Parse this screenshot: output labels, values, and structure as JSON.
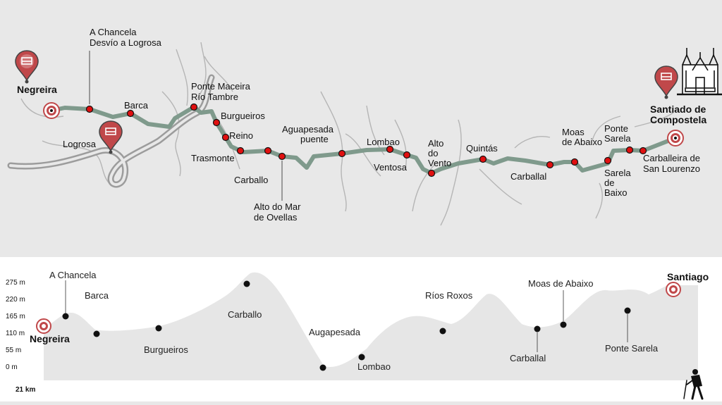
{
  "map": {
    "start": "Negreira",
    "end_line1": "Santiado de",
    "end_line2": "Compostela",
    "waypoints": [
      {
        "line1": "A Chancela",
        "line2": "Desvío a Logrosa"
      },
      {
        "line1": "Barca"
      },
      {
        "line1": "Logrosa"
      },
      {
        "line1": "Ponte Maceira",
        "line2": "Río Tambre"
      },
      {
        "line1": "Burgueiros"
      },
      {
        "line1": "Reino"
      },
      {
        "line1": "Trasmonte"
      },
      {
        "line1": "Carballo"
      },
      {
        "line1": "Alto do Mar",
        "line2": "de Ovellas"
      },
      {
        "line1": "Aguapesada",
        "line2": "puente"
      },
      {
        "line1": "Lombao"
      },
      {
        "line1": "Ventosa"
      },
      {
        "line1": "Alto",
        "line2": "do",
        "line3": "Vento"
      },
      {
        "line1": "Quintás"
      },
      {
        "line1": "Carballal"
      },
      {
        "line1": "Moas",
        "line2": "de Abaixo"
      },
      {
        "line1": "Ponte",
        "line2": "Sarela"
      },
      {
        "line1": "Sarela",
        "line2": "de",
        "line3": "Baixo"
      },
      {
        "line1": "Carballeira de",
        "line2": "San Lourenzo"
      }
    ],
    "colors": {
      "route": "#7f9a8c",
      "marker": "#e01010",
      "pin": "#c0484a",
      "background": "#e8e8e8"
    },
    "icons": [
      "hotel-pin-icon",
      "cathedral-icon",
      "target-marker-icon"
    ]
  },
  "profile": {
    "distance": "21 km",
    "start": "Negreira",
    "end": "Santiago",
    "y_ticks": [
      "275 m",
      "220 m",
      "165 m",
      "110 m",
      "55 m",
      "0 m"
    ],
    "labels": [
      "A Chancela",
      "Barca",
      "Burgueiros",
      "Carballo",
      "Augapesada",
      "Lombao",
      "Ríos Roxos",
      "Carballal",
      "Moas de Abaixo",
      "Ponte Sarela"
    ],
    "icons": [
      "hiker-icon"
    ]
  }
}
